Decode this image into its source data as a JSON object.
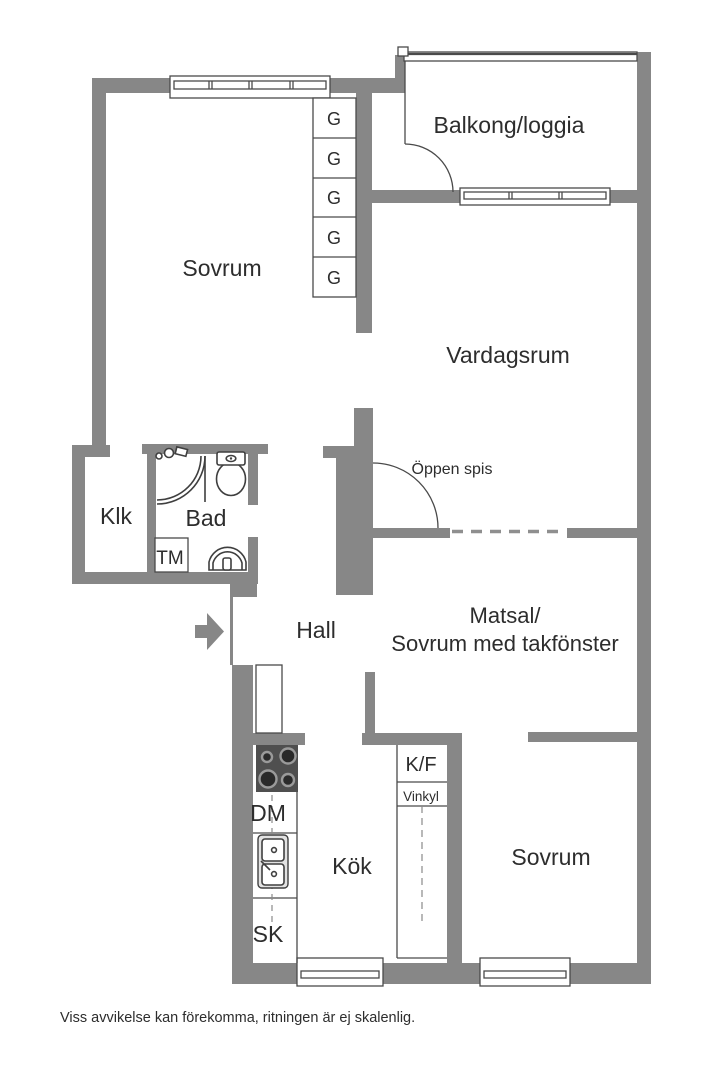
{
  "footer_note": "Viss avvikelse kan förekomma, ritningen är ej skalenlig.",
  "rooms": {
    "bedroom_nw": "Sovrum",
    "balcony": "Balkong/loggia",
    "living_room": "Vardagsrum",
    "closet": "Klk",
    "bathroom": "Bad",
    "washing_machine": "TM",
    "fireplace": "Öppen spis",
    "hall": "Hall",
    "dining_line1": "Matsal/",
    "dining_line2": "Sovrum med takfönster",
    "fridge_freezer": "K/F",
    "wine_cooler": "Vinkyl",
    "dishwasher": "DM",
    "cleaning_cabinet": "SK",
    "kitchen": "Kök",
    "bedroom_se": "Sovrum"
  },
  "wardrobe": {
    "letter": "G",
    "count": 5
  },
  "colors": {
    "wall": "#878787",
    "stove": "#4f4f4f",
    "line": "#4a4a4a",
    "fixture_line": "#3f3f3f",
    "text": "#2d2d2d"
  }
}
